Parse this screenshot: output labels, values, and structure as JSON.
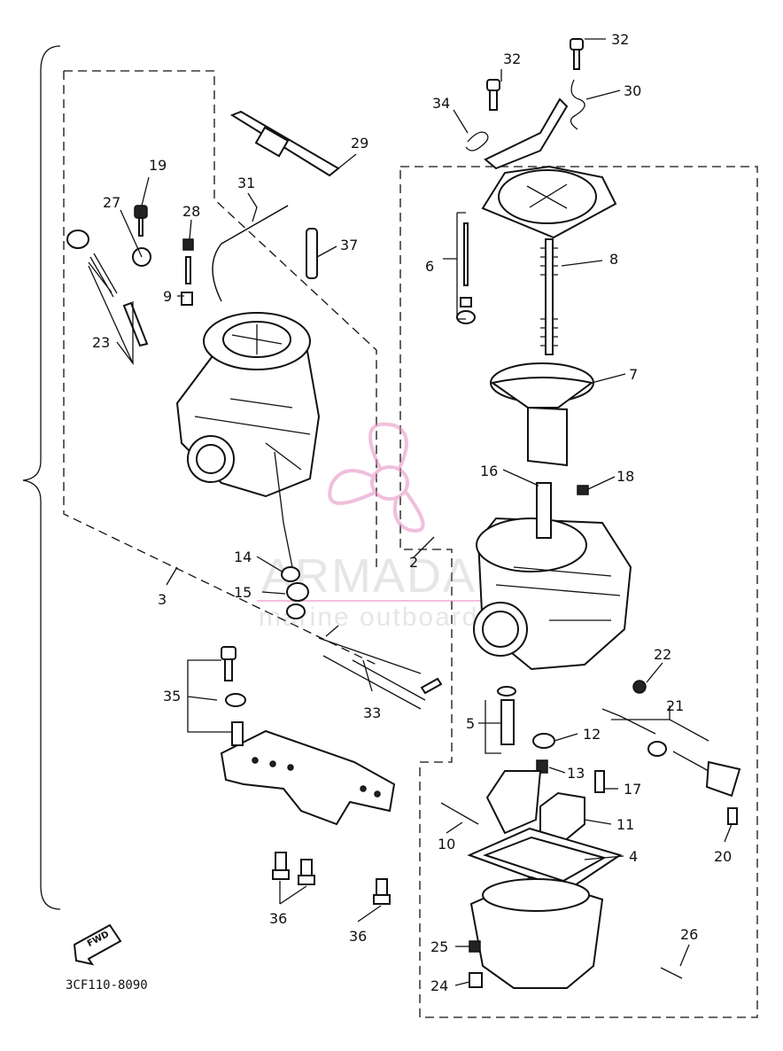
{
  "diagram": {
    "drawing_code": "3CF110-8090",
    "fwd_label": "FWD",
    "watermark": {
      "brand": "ARMADA",
      "tagline": "marine outboard"
    },
    "callouts": [
      {
        "id": "32a",
        "text": "32"
      },
      {
        "id": "32b",
        "text": "32"
      },
      {
        "id": "30",
        "text": "30"
      },
      {
        "id": "34",
        "text": "34"
      },
      {
        "id": "29",
        "text": "29"
      },
      {
        "id": "19",
        "text": "19"
      },
      {
        "id": "31",
        "text": "31"
      },
      {
        "id": "27",
        "text": "27"
      },
      {
        "id": "28",
        "text": "28"
      },
      {
        "id": "37",
        "text": "37"
      },
      {
        "id": "6",
        "text": "6"
      },
      {
        "id": "8",
        "text": "8"
      },
      {
        "id": "9",
        "text": "9"
      },
      {
        "id": "23",
        "text": "23"
      },
      {
        "id": "7",
        "text": "7"
      },
      {
        "id": "16",
        "text": "16"
      },
      {
        "id": "18",
        "text": "18"
      },
      {
        "id": "14",
        "text": "14"
      },
      {
        "id": "2",
        "text": "2"
      },
      {
        "id": "15",
        "text": "15"
      },
      {
        "id": "3",
        "text": "3"
      },
      {
        "id": "22",
        "text": "22"
      },
      {
        "id": "35",
        "text": "35"
      },
      {
        "id": "33",
        "text": "33"
      },
      {
        "id": "5",
        "text": "5"
      },
      {
        "id": "21",
        "text": "21"
      },
      {
        "id": "12",
        "text": "12"
      },
      {
        "id": "13",
        "text": "13"
      },
      {
        "id": "17",
        "text": "17"
      },
      {
        "id": "11",
        "text": "11"
      },
      {
        "id": "10",
        "text": "10"
      },
      {
        "id": "4",
        "text": "4"
      },
      {
        "id": "20",
        "text": "20"
      },
      {
        "id": "36a",
        "text": "36"
      },
      {
        "id": "36b",
        "text": "36"
      },
      {
        "id": "26",
        "text": "26"
      },
      {
        "id": "25",
        "text": "25"
      },
      {
        "id": "24",
        "text": "24"
      }
    ]
  }
}
